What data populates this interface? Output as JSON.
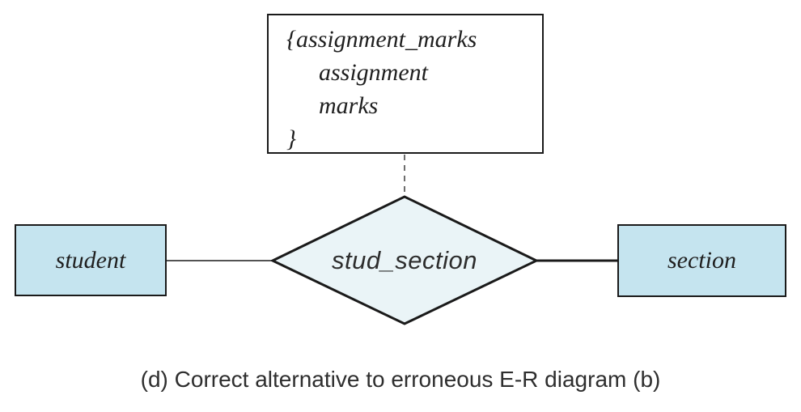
{
  "diagram": {
    "attribute_box": {
      "lines": [
        "{assignment_marks",
        "assignment",
        "marks",
        "}"
      ]
    },
    "relationship": {
      "label": "stud_section"
    },
    "entities": [
      {
        "label": "student"
      },
      {
        "label": "section"
      }
    ],
    "caption": "(d) Correct alternative to erroneous E-R diagram (b)",
    "colors": {
      "entity_fill": "#c5e4ef",
      "relationship_fill": "#eaf4f7",
      "line_color": "#1a1a1a",
      "text_color": "#1f1f1f"
    }
  }
}
